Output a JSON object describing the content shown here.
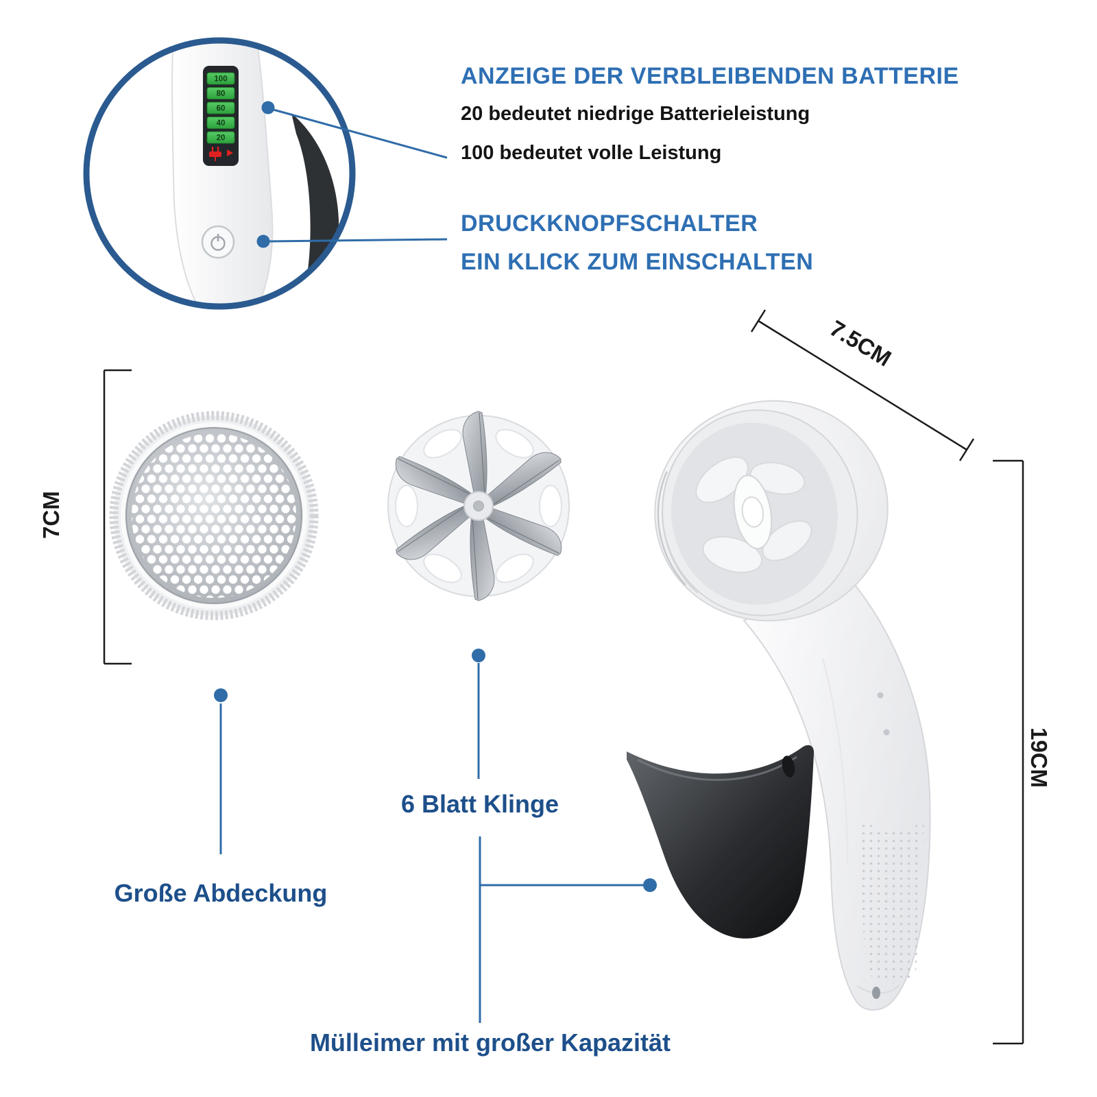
{
  "callouts": {
    "battery": {
      "heading": "ANZEIGE DER VERBLEIBENDEN BATTERIE",
      "line1": "20 bedeutet niedrige Batterieleistung",
      "line2": "100 bedeutet volle Leistung"
    },
    "switch": {
      "heading_line1": "DRUCKKNOPFSCHALTER",
      "heading_line2": "EIN KLICK ZUM EINSCHALTEN"
    }
  },
  "inset": {
    "battery_levels": [
      "100",
      "80",
      "60",
      "40",
      "20"
    ]
  },
  "dimensions": {
    "cover_height": "7CM",
    "head_width": "7.5CM",
    "body_height": "19CM"
  },
  "part_labels": {
    "cover": "Große Abdeckung",
    "blade": "6 Blatt Klinge",
    "bin": "Mülleimer mit großer Kapazität"
  },
  "colors": {
    "accent_blue": "#2f6ca8",
    "heading_blue": "#2e6fb3",
    "label_blue": "#1d4f8a",
    "ring_blue": "#2a5a8f",
    "battery_green": "#3fae4a",
    "charge_red": "#e02020",
    "text_dark": "#1a1a1a"
  }
}
